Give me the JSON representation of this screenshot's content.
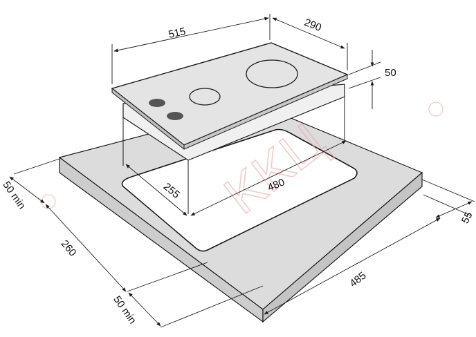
{
  "hob": {
    "width": "515",
    "depth": "290",
    "height": "50"
  },
  "cutout": {
    "width": "480",
    "depth": "255"
  },
  "worktop": {
    "side_clearance": "55",
    "width": "485",
    "depth": "260",
    "front_clearance": "50 min",
    "back_clearance": "50 min"
  },
  "watermark": {
    "text": "KKЦ",
    "color": "#e8a0a0"
  },
  "colors": {
    "line": "#1a1a1a",
    "hob_surface": "#e0e0e0",
    "worktop_top": "#dcdcdc",
    "worktop_front": "#c8c8c8",
    "burner": "#555555"
  }
}
